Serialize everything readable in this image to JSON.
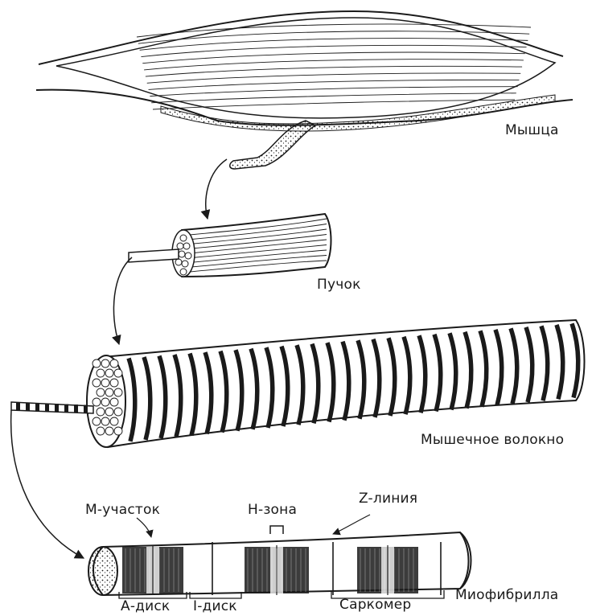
{
  "labels": {
    "muscle": "Мышца",
    "bundle": "Пучок",
    "fiber": "Мышечное волокно",
    "myofibril": "Миофибрилла",
    "m_region": "М-участок",
    "h_zone": "Н-зона",
    "z_line": "Z-линия",
    "a_disc": "А-диск",
    "i_disc": "I-диск",
    "sarcomere": "Саркомер"
  },
  "colors": {
    "ink": "#1a1a1a",
    "paper": "#ffffff"
  }
}
